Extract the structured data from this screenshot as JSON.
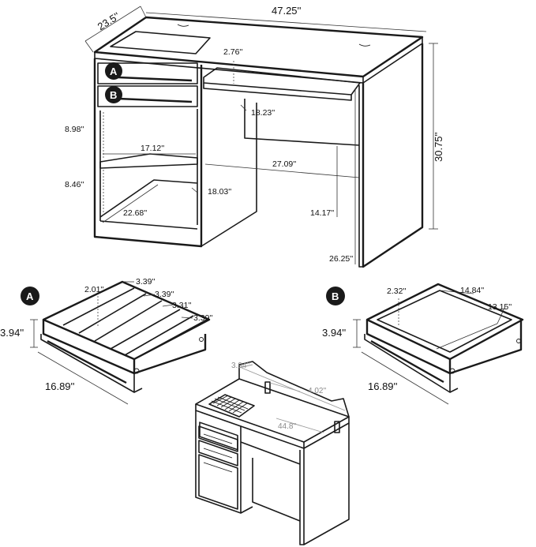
{
  "main_view": {
    "depth": "23.5''",
    "width": "47.25''",
    "height": "30.75''",
    "keyboard_gap": "2.76''",
    "drawer_a_label": "A",
    "drawer_b_label": "B",
    "shelf_height_upper": "8.98''",
    "shelf_width": "17.12''",
    "knee_depth": "18.23''",
    "knee_width": "27.09''",
    "shelf_height_lower": "8.46''",
    "shelf_depth": "22.68''",
    "cabinet_depth": "18.03''",
    "knee_height": "14.17''",
    "leg_height": "26.25''"
  },
  "drawer_a": {
    "badge": "A",
    "depth": "2.01''",
    "compartment_1": "3.39''",
    "compartment_2": "3.39''",
    "compartment_3": "3.31''",
    "compartment_4": "3.39''",
    "height": "3.94''",
    "length": "16.89''"
  },
  "drawer_b": {
    "badge": "B",
    "depth": "2.32''",
    "inner_width": "14.84''",
    "inner_length": "13.15''",
    "height": "3.94''",
    "length": "16.89''"
  },
  "hutch_view": {
    "hutch_height": "3.94''",
    "hutch_depth": "4.02''",
    "hutch_width": "44.8''"
  }
}
